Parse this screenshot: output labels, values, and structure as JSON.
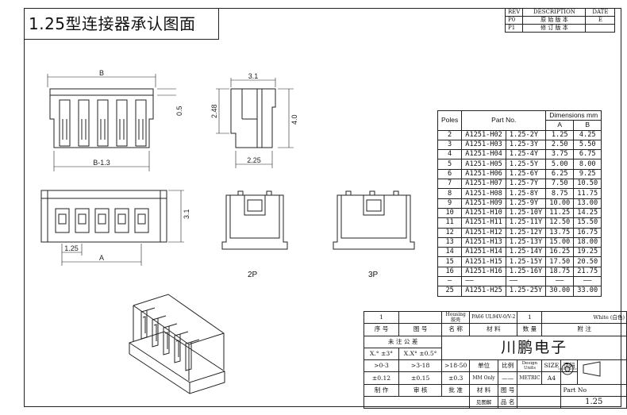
{
  "title": "1.25型连接器承认图面",
  "revision_table": {
    "headers": [
      "REV",
      "DESCRIPTION",
      "DATE"
    ],
    "rows": [
      {
        "rev": "P0",
        "desc": "原 始 版 本",
        "date": "E"
      },
      {
        "rev": "P1",
        "desc": "修 订 版 本",
        "date": ""
      }
    ]
  },
  "dimension_labels": {
    "b": "B",
    "b_minus": "B-1.3",
    "h05": "0.5",
    "w31": "3.1",
    "h248": "2.48",
    "h40": "4.0",
    "w225": "2.25",
    "pitch": "1.25",
    "a": "A",
    "h31": "3.1"
  },
  "view_captions": {
    "two_p": "2P",
    "three_p": "3P"
  },
  "dimension_table": {
    "col_poles": "Poles",
    "col_part": "Part No.",
    "col_dims": "Dimensions mm",
    "col_a": "A",
    "col_b": "B",
    "rows": [
      [
        "2",
        "A1251-H02",
        "1.25-2Y",
        "1.25",
        "4.25"
      ],
      [
        "3",
        "A1251-H03",
        "1.25-3Y",
        "2.50",
        "5.50"
      ],
      [
        "4",
        "A1251-H04",
        "1.25-4Y",
        "3.75",
        "6.75"
      ],
      [
        "5",
        "A1251-H05",
        "1.25-5Y",
        "5.00",
        "8.00"
      ],
      [
        "6",
        "A1251-H06",
        "1.25-6Y",
        "6.25",
        "9.25"
      ],
      [
        "7",
        "A1251-H07",
        "1.25-7Y",
        "7.50",
        "10.50"
      ],
      [
        "8",
        "A1251-H08",
        "1.25-8Y",
        "8.75",
        "11.75"
      ],
      [
        "9",
        "A1251-H09",
        "1.25-9Y",
        "10.00",
        "13.00"
      ],
      [
        "10",
        "A1251-H10",
        "1.25-10Y",
        "11.25",
        "14.25"
      ],
      [
        "11",
        "A1251-H11",
        "1.25-11Y",
        "12.50",
        "15.50"
      ],
      [
        "12",
        "A1251-H12",
        "1.25-12Y",
        "13.75",
        "16.75"
      ],
      [
        "13",
        "A1251-H13",
        "1.25-13Y",
        "15.00",
        "18.00"
      ],
      [
        "14",
        "A1251-H14",
        "1.25-14Y",
        "16.25",
        "19.25"
      ],
      [
        "15",
        "A1251-H15",
        "1.25-15Y",
        "17.50",
        "20.50"
      ],
      [
        "16",
        "A1251-H16",
        "1.25-16Y",
        "18.75",
        "21.75"
      ],
      [
        "—",
        "——",
        "——",
        "——",
        "——"
      ],
      [
        "25",
        "A1251-H25",
        "1.25-25Y",
        "30.00",
        "33.00"
      ]
    ]
  },
  "title_block": {
    "item_no": "1",
    "item_name": "Housing 胶壳",
    "item_material": "PA66 UL94V-0/V-2",
    "item_qty": "1",
    "item_note": "White (白色)",
    "h_seq": "序 号",
    "h_drawing": "图 号",
    "h_name": "名 称",
    "h_material": "材 料",
    "h_qty": "数 量",
    "h_note": "附 注",
    "tol_title": "未 注 公 差",
    "tol_1": "X.° ±3°",
    "tol_2": "X.X° ±0.5°",
    "company": "川鹏电子",
    "range_1": ">0-3",
    "range_2": ">3-18",
    "range_3": ">18-50",
    "tol_a": "±0.12",
    "tol_b": "±0.15",
    "tol_c": "±0.3",
    "unit_label": "单位",
    "scale_label": "比例",
    "design_units": "Design Units",
    "size_label": "SIZE",
    "page_label": "页码",
    "unit_value": "MM Only",
    "scale_value": "——",
    "metric": "METRIC",
    "size_value": "A4",
    "made": "制 作",
    "review": "审 核",
    "approve": "批 准",
    "material": "材 料",
    "drawing_no": "图 号",
    "part_no_label": "Part No",
    "see_drawing": "见图解",
    "product_name": "品 名",
    "part_no_value": "1.25"
  }
}
